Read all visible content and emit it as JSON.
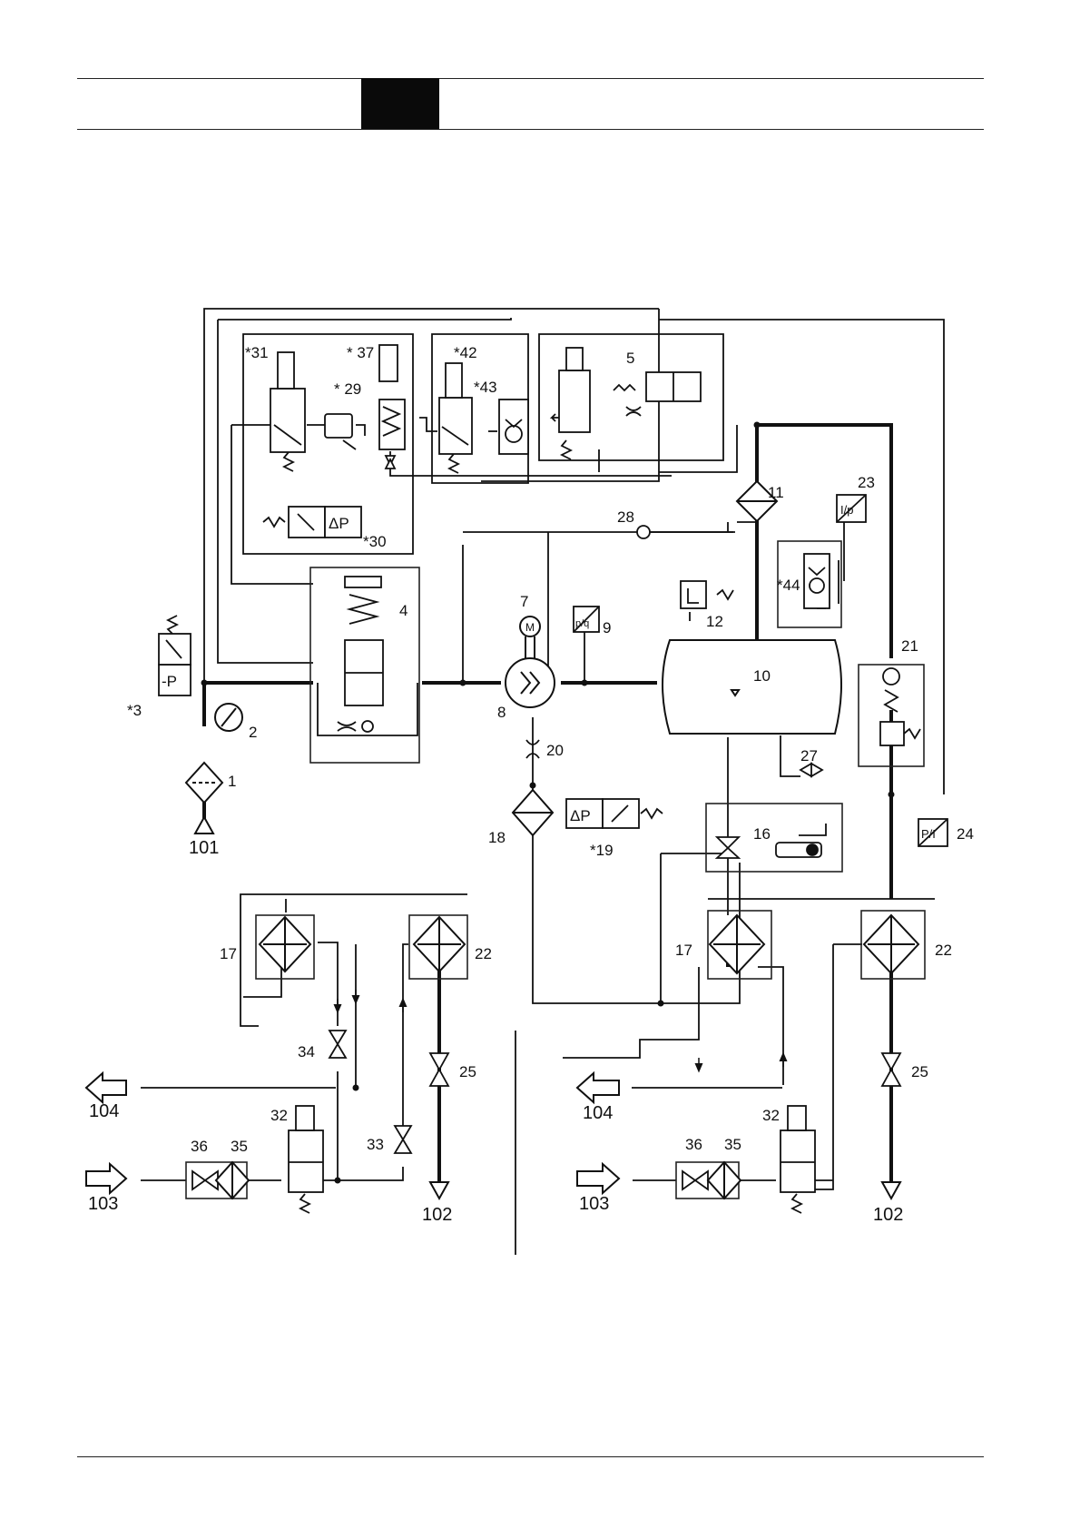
{
  "labels": {
    "l1": "1",
    "l2": "2",
    "l3": "*3",
    "l4": "4",
    "l5": "5",
    "l7": "7",
    "l8": "8",
    "l9": "9",
    "l10": "10",
    "l11": "11",
    "l12": "12",
    "l16": "16",
    "l17a": "17",
    "l17b": "17",
    "l18": "18",
    "l19": "*19",
    "l20": "20",
    "l21": "21",
    "l22a": "22",
    "l22b": "22",
    "l23": "23",
    "l24": "24",
    "l25a": "25",
    "l25b": "25",
    "l27": "27",
    "l28": "28",
    "l29": "* 29",
    "l30": "*30",
    "l31": "*31",
    "l32a": "32",
    "l32b": "32",
    "l33": "33",
    "l34": "34",
    "l35a": "35",
    "l35b": "35",
    "l36a": "36",
    "l36b": "36",
    "l37": "* 37",
    "l42": "*42",
    "l43": "*43",
    "l44": "*44",
    "p101": "101",
    "p102a": "102",
    "p102b": "102",
    "p103a": "103",
    "p103b": "103",
    "p104a": "104",
    "p104b": "104"
  },
  "symbols": {
    "dp": "ΔP",
    "minus_p": "-P",
    "motor": "M",
    "pq": "p/q",
    "ip": "I/p",
    "pi": "P/I"
  }
}
